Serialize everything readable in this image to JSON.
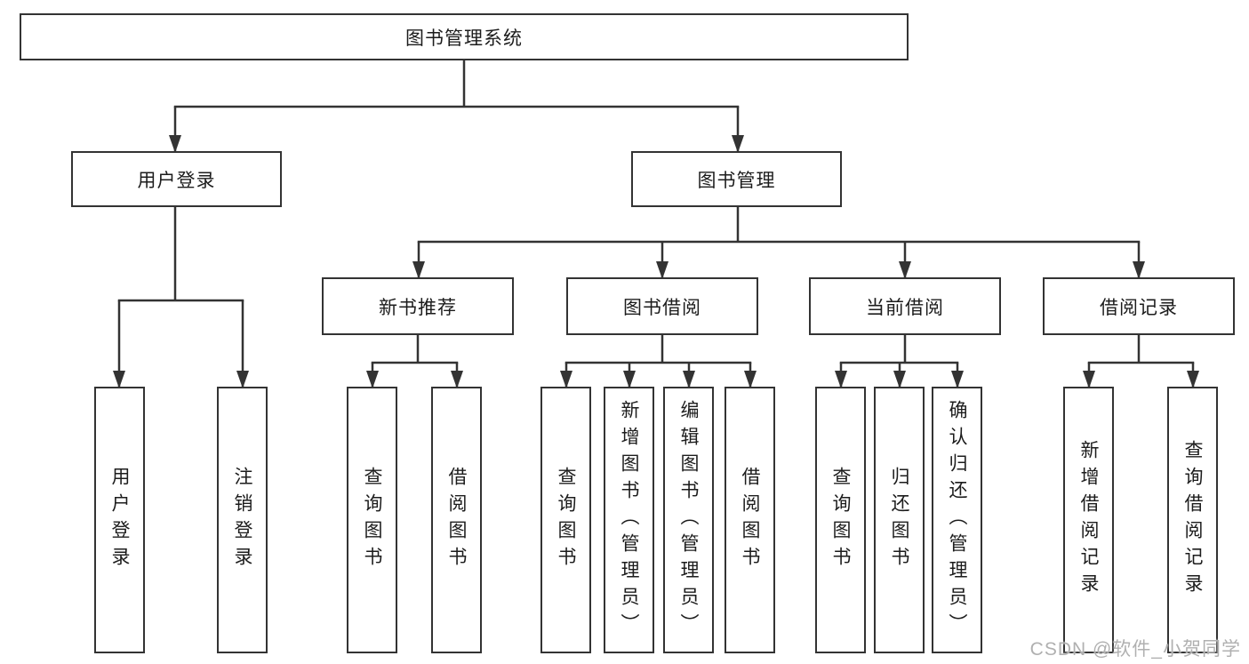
{
  "root": {
    "label": "图书管理系统"
  },
  "branches": {
    "user_login": {
      "label": "用户登录",
      "leaves": [
        "用户登录",
        "注销登录"
      ]
    },
    "book_management": {
      "label": "图书管理",
      "groups": [
        {
          "label": "新书推荐",
          "leaves": [
            "查询图书",
            "借阅图书"
          ]
        },
        {
          "label": "图书借阅",
          "leaves": [
            "查询图书",
            "新增图书（管理员）",
            "编辑图书（管理员）",
            "借阅图书"
          ]
        },
        {
          "label": "当前借阅",
          "leaves": [
            "查询图书",
            "归还图书",
            "确认归还（管理员）"
          ]
        },
        {
          "label": "借阅记录",
          "leaves": [
            "新增借阅记录",
            "查询借阅记录"
          ]
        }
      ]
    }
  },
  "watermark": "CSDN @软件_小贺同学",
  "colors": {
    "background": "#ffffff",
    "line": "#333333",
    "box_border": "#333333",
    "text": "#1c1c1c",
    "watermark": "#b0b0b0"
  }
}
